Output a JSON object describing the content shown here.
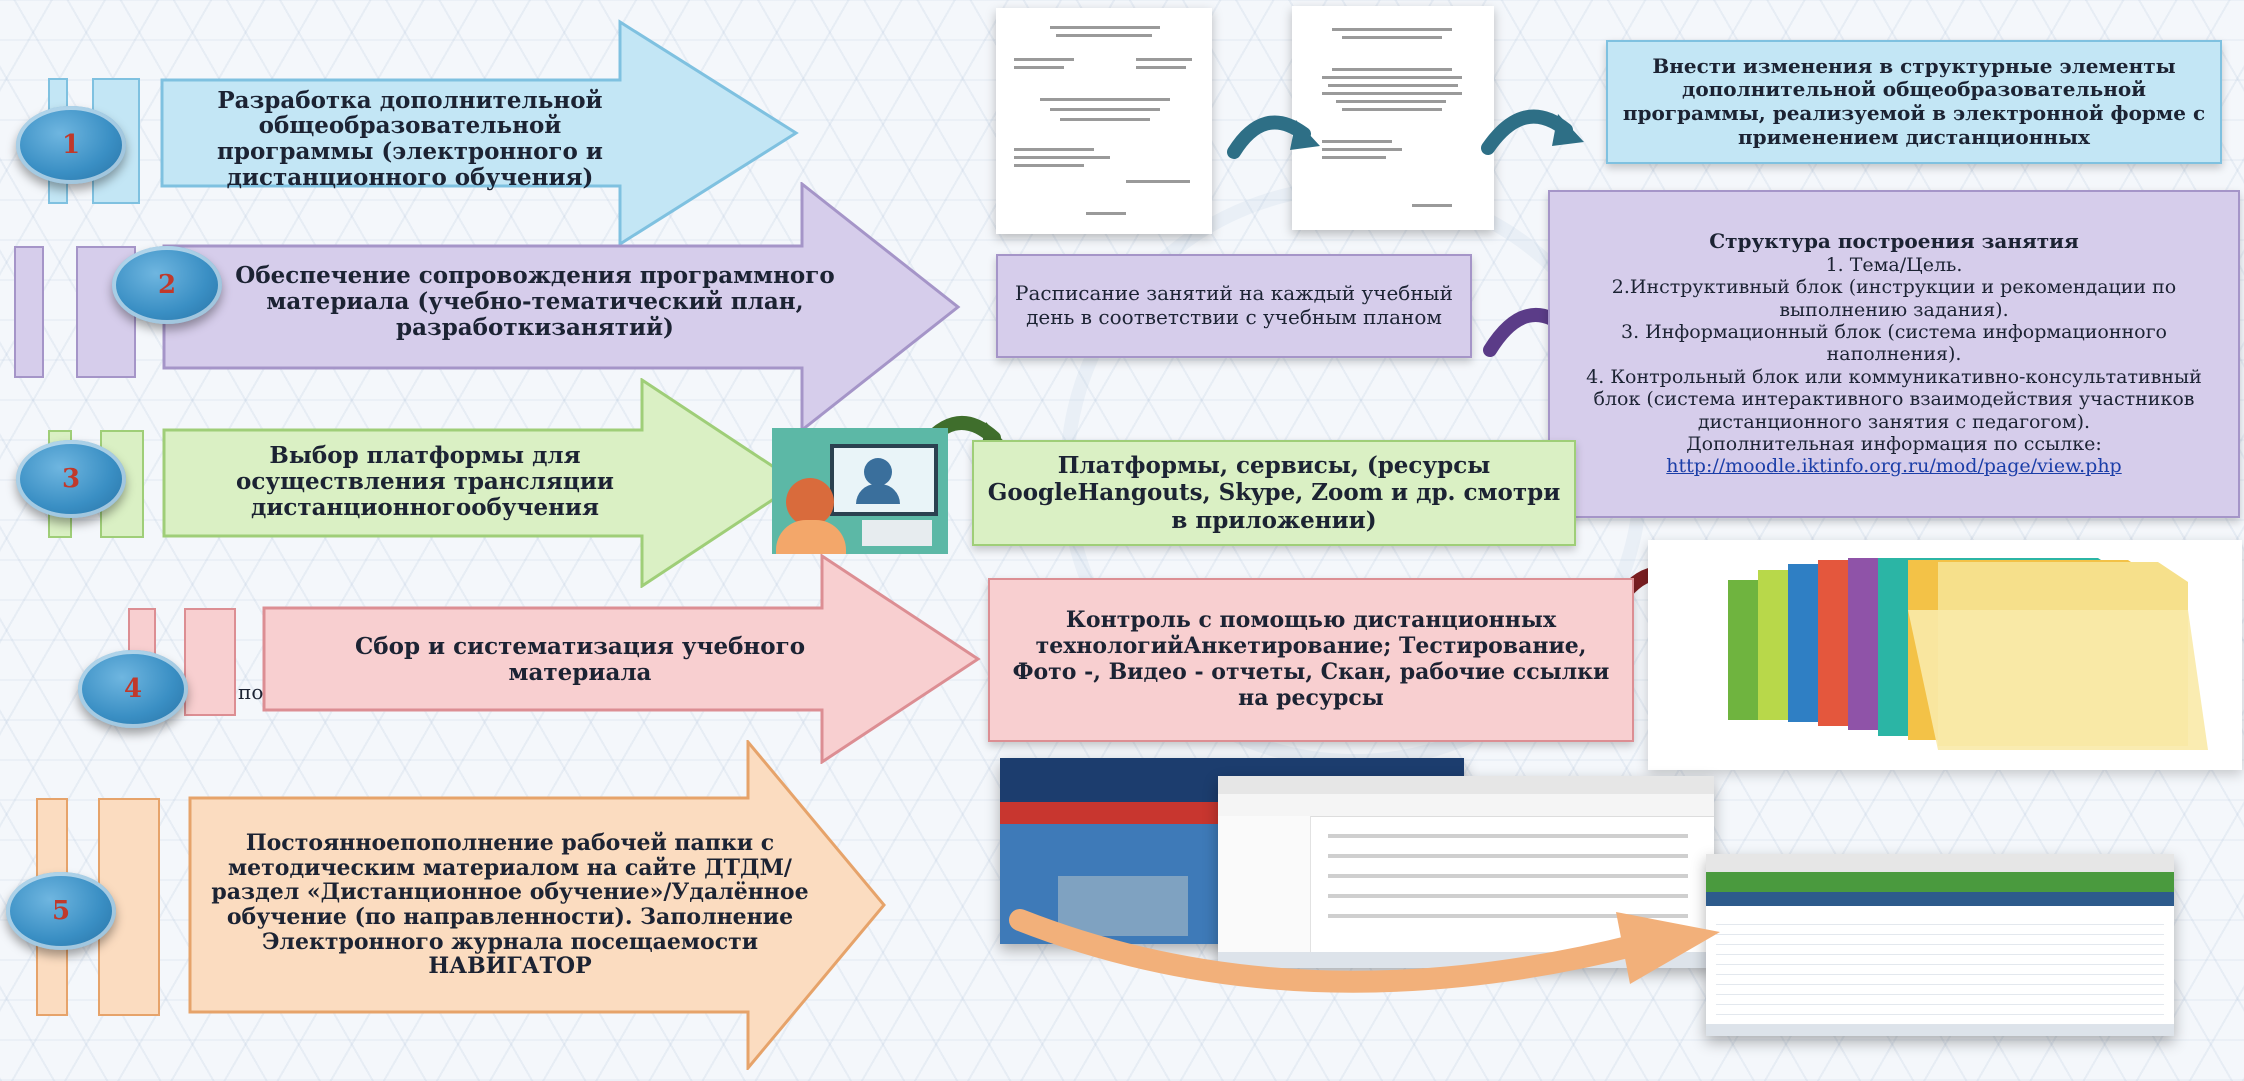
{
  "steps": [
    {
      "num": "1",
      "text": "Разработка дополнительной общеобразовательной программы (электронного и дистанционного обучения)"
    },
    {
      "num": "2",
      "text": "Обеспечение сопровождения программного материала (учебно-тематический план, разработкизанятий)"
    },
    {
      "num": "3",
      "text": "Выбор платформы для осуществления трансляции дистанционногообучения"
    },
    {
      "num": "4",
      "text": "Сбор и систематизация учебного материала",
      "fragment": "по"
    },
    {
      "num": "5",
      "text": "Постоянноепополнение рабочей папки с методическим материалом на сайте ДТДМ/раздел «Дистанционное обучение»/Удалённое обучение (по направленности). Заполнение Электронного журнала посещаемости НАВИГАТОР"
    }
  ],
  "boxes": {
    "changes": "Внести изменения в структурные элементы дополнительной общеобразовательной программы, реализуемой в электронной форме с применением дистанционных",
    "schedule": "Расписание занятий на каждый учебный день в соответствии с учебным планом",
    "structure_title": "Структура построения занятия",
    "structure_lines": [
      "1. Тема/Цель.",
      "2.Инструктивный блок (инструкции и рекомендации по выполнению задания).",
      "3. Информационный блок (система информационного наполнения).",
      "4. Контрольный блок или коммуникативно-консультативный блок (система интерактивного взаимодействия участников дистанционного занятия с педагогом).",
      "Дополнительная информация по ссылке:"
    ],
    "structure_link": "http://moodle.iktinfo.org.ru/mod/page/view.php",
    "platforms": "Платформы, сервисы, (ресурсы GoogleHangouts, Skype, Zoom и др. смотри в приложении)",
    "control": "Контроль с помощью дистанционных технологийАнкетирование; Тестирование, Фото -, Видео - отчеты, Скан, рабочие ссылки на ресурсы"
  },
  "colors": {
    "blue": "#c3e6f5",
    "purple": "#d6cdeb",
    "green": "#daf0c4",
    "red": "#f8cfd0",
    "orange": "#fbdcc0"
  }
}
